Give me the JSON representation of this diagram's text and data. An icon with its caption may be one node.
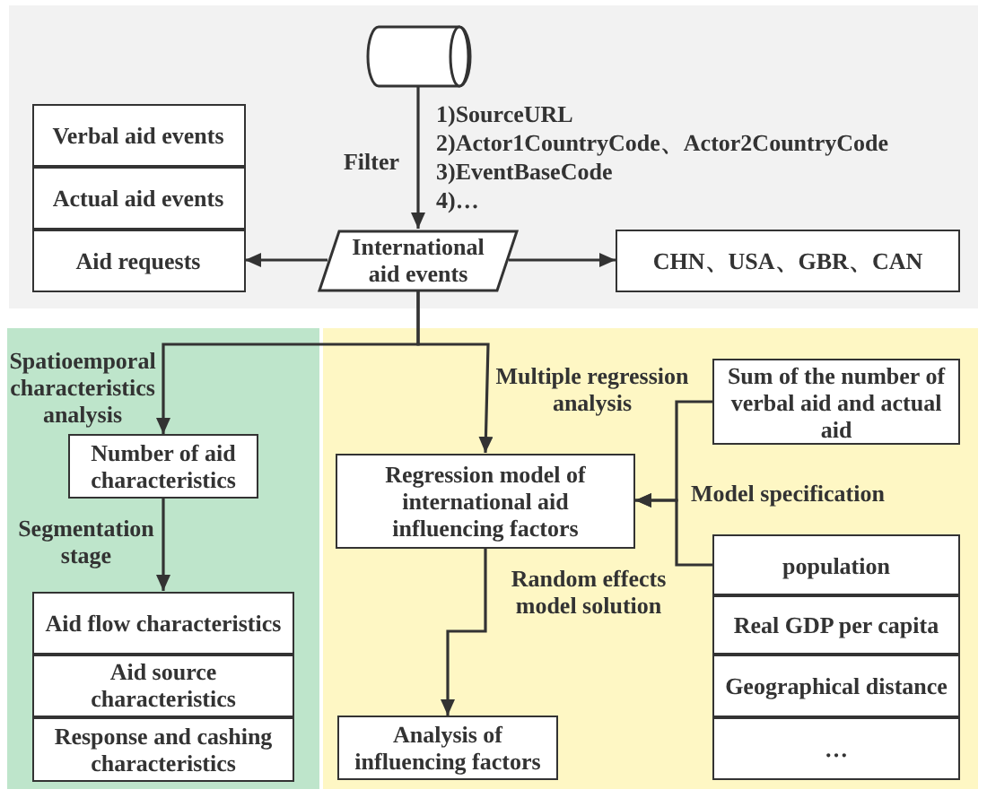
{
  "diagram": {
    "nodes": [
      {
        "text": [],
        "shape": "cylinder"
      },
      {
        "text": [
          "Verbal aid events"
        ]
      },
      {
        "text": [
          "Actual aid events"
        ]
      },
      {
        "text": [
          "Aid requests"
        ]
      },
      {
        "text": [
          "International aid events"
        ]
      },
      {
        "text": [
          "CHN、USA、GBR、CAN"
        ]
      },
      {
        "text": [
          "Number of aid characteristics"
        ]
      },
      {
        "text": [
          "Aid flow characteristics"
        ]
      },
      {
        "text": [
          "Aid source characteristics"
        ]
      },
      {
        "text": [
          "Response and cashing characteristics"
        ]
      },
      {
        "text": [
          "Regression model of international aid influencing factors"
        ]
      },
      {
        "text": [
          "Sum of the number of verbal aid and actual aid"
        ]
      },
      {
        "text": [
          "population"
        ]
      },
      {
        "text": [
          "Real GDP per capita"
        ]
      },
      {
        "text": [
          "Geographical distance"
        ]
      },
      {
        "text": [
          "…"
        ]
      },
      {
        "text": [
          "Analysis of influencing factors"
        ]
      }
    ],
    "edges": [
      {
        "from": 0,
        "to": 4,
        "arrow": "to",
        "label": "Filter"
      },
      {
        "from": 4,
        "to": 3,
        "arrow": "to"
      },
      {
        "from": 4,
        "to": 5,
        "arrow": "to"
      },
      {
        "from": 4,
        "to": 6,
        "arrow": "to",
        "label": "Spatioemporal characteristics analysis"
      },
      {
        "from": 4,
        "to": 10,
        "arrow": "to",
        "label": "Multiple regression analysis"
      },
      {
        "from": 6,
        "to": 7,
        "arrow": "to",
        "label": "Segmentation stage"
      },
      {
        "from": 10,
        "to": 16,
        "arrow": "to",
        "label": "Random effects model solution"
      },
      {
        "from": 11,
        "to": 10,
        "arrow": "to",
        "label": "Model specification"
      },
      {
        "from": 12,
        "to": 10,
        "arrow": "to"
      }
    ],
    "labels": [
      "1)SourceURL",
      "2)Actor1CountryCode、Actor2CountryCode",
      "3)EventBaseCode",
      "4)…"
    ]
  }
}
